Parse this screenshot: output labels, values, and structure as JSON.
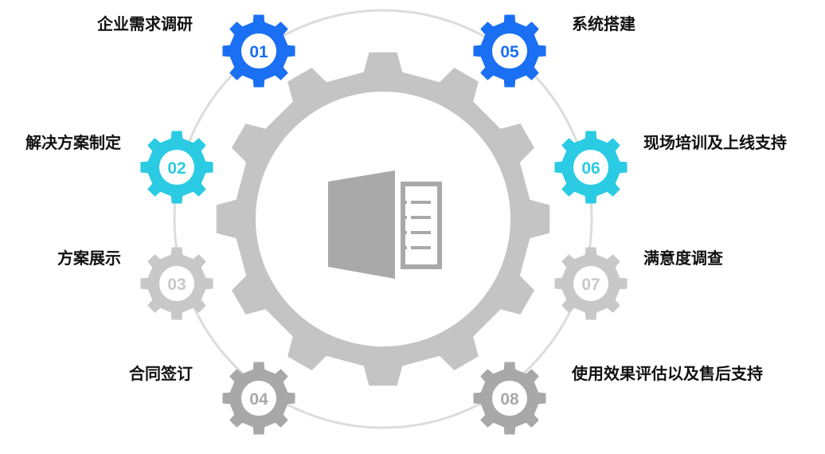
{
  "steps": [
    {
      "number": "01",
      "label": "企业需求调研",
      "color": "#1a6ff2"
    },
    {
      "number": "02",
      "label": "解决方案制定",
      "color": "#2acbe3"
    },
    {
      "number": "03",
      "label": "方案展示",
      "color": "#c8c8c8"
    },
    {
      "number": "04",
      "label": "合同签订",
      "color": "#a8a8a8"
    },
    {
      "number": "05",
      "label": "系统搭建",
      "color": "#1a6ff2"
    },
    {
      "number": "06",
      "label": "现场培训及上线支持",
      "color": "#2acbe3"
    },
    {
      "number": "07",
      "label": "满意度调查",
      "color": "#c8c8c8"
    },
    {
      "number": "08",
      "label": "使用效果评估以及售后支持",
      "color": "#a8a8a8"
    }
  ],
  "center": {
    "icon": "document-list-icon",
    "gear_color": "#c4c4c4",
    "icon_color": "#a9a9a9"
  },
  "ring_color": "#dcdcdc"
}
